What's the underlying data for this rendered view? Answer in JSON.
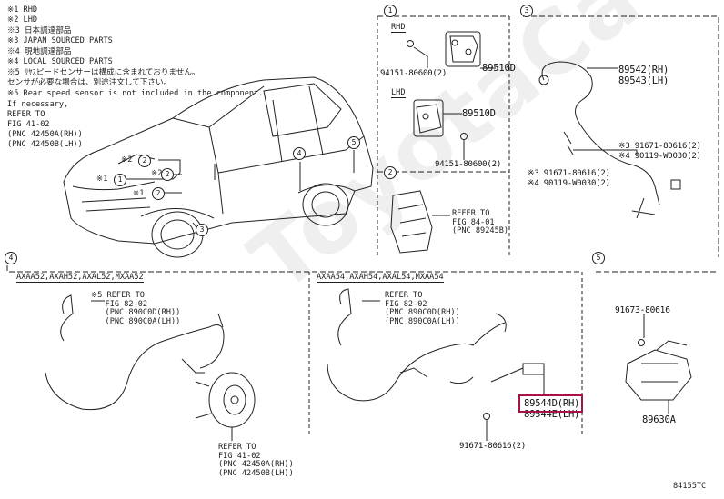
{
  "notes": [
    "※1 RHD",
    "※2 LHD",
    "※3 日本調達部品",
    "※3 JAPAN SOURCED PARTS",
    "※4 現地調達部品",
    "※4 LOCAL SOURCED PARTS",
    "※5 ﾘﾔｽピードセンサーは構成に含まれておりません。",
    "    センサが必要な場合は、別途注文して下さい。",
    "※5 Rear speed sensor is not included in the component.",
    "    If necessary,",
    "    REFER TO",
    "    FIG 41-02",
    "    (PNC 42450A(RH))",
    "    (PNC 42450B(LH))"
  ],
  "sections": {
    "s1": {
      "number": "1",
      "rhd_label": "RHD",
      "lhd_label": "LHD"
    },
    "s2": {
      "number": "2"
    },
    "s3": {
      "number": "3"
    },
    "s4": {
      "number": "4",
      "model_left": "AXAA52,AXAH52,AXAL52,MXAA52",
      "model_right": "AXAA54,AXAH54,AXAL54,MXAA54"
    },
    "s5": {
      "number": "5"
    }
  },
  "part_labels": {
    "p94151_rhd": "94151-80600(2)",
    "p89510d_rhd": "89510D",
    "p89510d_lhd": "89510D",
    "p94151_lhd": "94151-80600(2)",
    "p89542": "89542(RH)",
    "p89543": "89543(LH)",
    "p91671_610": "※3 91671-80616(2)",
    "p90119_030": "※4 90119-W0030(2)",
    "p91671_610b": "※3 91671-80616(2)",
    "p90119_030b": "※4 90119-W0030(2)",
    "p89544d": "89544D(RH)",
    "p89544e": "89544E(LH)",
    "p91671_s4": "91671-80616(2)",
    "p91673": "91673-80616",
    "p89630a": "89630A"
  },
  "refs": {
    "s2_ref": "REFER TO\nFIG 84-01\n(PNC 89245B)",
    "s4_left_top": "※5 REFER TO\n   FIG 82-02\n   (PNC 890C0D(RH))\n   (PNC 890C0A(LH))",
    "s4_right_top": "REFER TO\nFIG 82-02\n(PNC 890C0D(RH))\n(PNC 890C0A(LH))",
    "s4_bottom": "REFER TO\nFIG 41-02\n(PNC 42450A(RH))\n(PNC 42450B(LH))"
  },
  "callouts": {
    "c1": "1",
    "c2a": "2",
    "c2b": "2",
    "c2c": "2",
    "c3": "3",
    "c4": "4",
    "c5": "5",
    "m1": "※1",
    "m2": "※2",
    "m3": "※2",
    "m4": "※1"
  },
  "highlight_label": "89544D(RH)",
  "drawing_code": "84155TC",
  "watermark": "ToyotaCatalog.ru",
  "colors": {
    "highlight": "#a8104a",
    "line": "#222222",
    "watermark": "#bebebe"
  }
}
